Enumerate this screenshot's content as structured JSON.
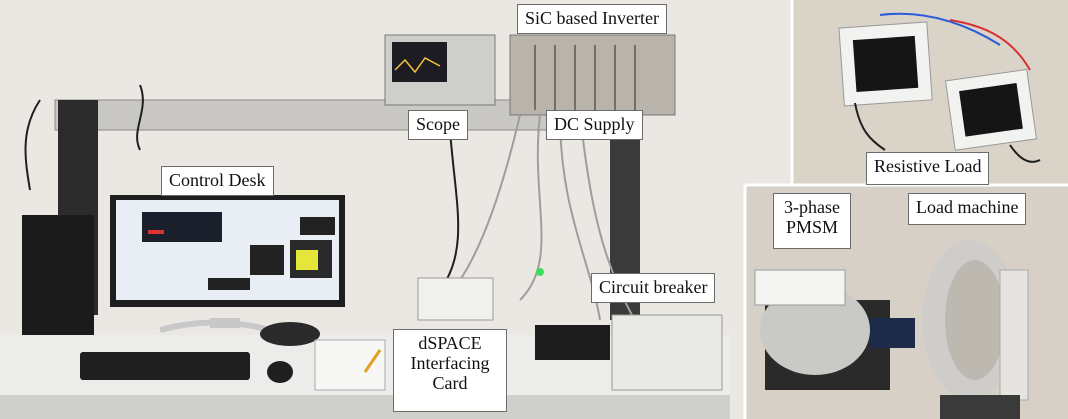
{
  "labels": {
    "sic_inverter": "SiC based Inverter",
    "scope": "Scope",
    "dc_supply": "DC Supply",
    "control_desk": "Control Desk",
    "resistive_load": "Resistive Load",
    "load_machine": "Load machine",
    "pmsm": "3-phase\nPMSM",
    "circuit_breaker": "Circuit breaker",
    "dspace_card": "dSPACE\nInterfacing\nCard"
  },
  "colors": {
    "wall": "#ebe8e4",
    "right_panel": "#d9d3c8",
    "desk": "#ececea",
    "frame": "#2b2b2b",
    "monitor_screen": "#e8eef4",
    "label_border": "#6c6c6c"
  }
}
